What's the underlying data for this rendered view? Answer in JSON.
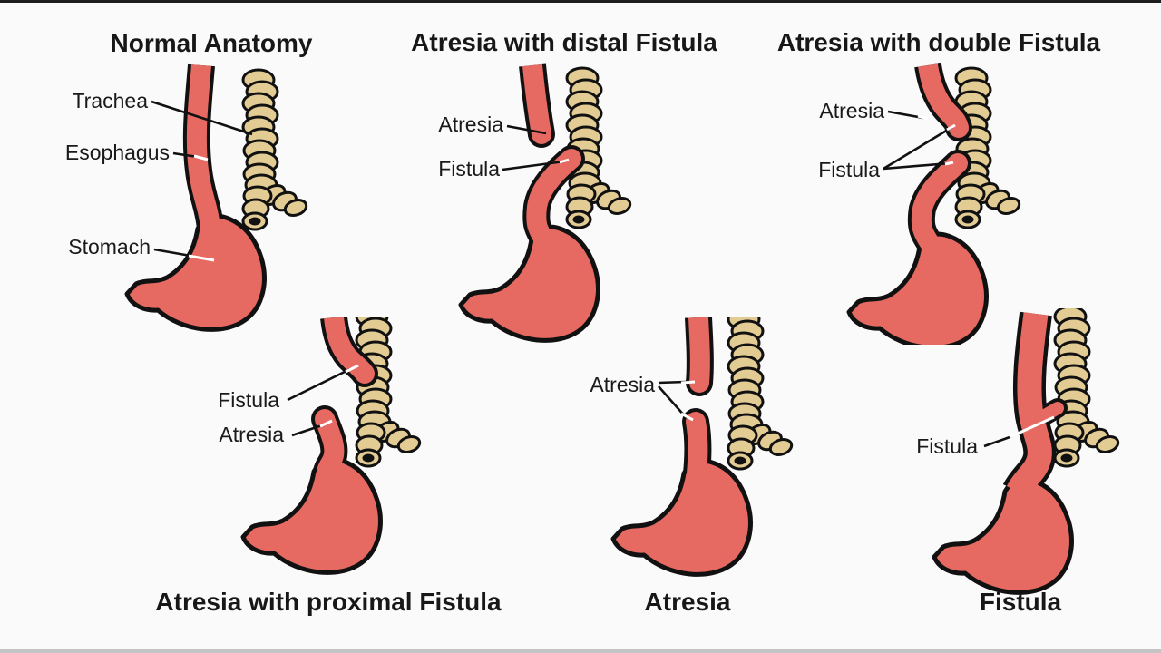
{
  "figure": {
    "subject": "Esophageal atresia and tracheoesophageal fistula types",
    "background_note": "white card with dark top edge bar and grey bottom edge bar"
  },
  "colors": {
    "organ_red": "#e66a62",
    "trachea_tan": "#e3cb94",
    "outline": "#111111",
    "background": "#fbfafa",
    "top_bar": "#1e1e1e",
    "bottom_bar": "#c4c4c4",
    "label_color": "#1a1a1a"
  },
  "panels": [
    {
      "id": "normal-anatomy",
      "title": "Normal Anatomy",
      "title_position": "top",
      "labels": [
        {
          "text": "Trachea"
        },
        {
          "text": "Esophagus"
        },
        {
          "text": "Stomach"
        }
      ]
    },
    {
      "id": "atresia-distal-fistula",
      "title": "Atresia with distal Fistula",
      "title_position": "top",
      "labels": [
        {
          "text": "Atresia"
        },
        {
          "text": "Fistula"
        }
      ]
    },
    {
      "id": "atresia-double-fistula",
      "title": "Atresia with double Fistula",
      "title_position": "top",
      "labels": [
        {
          "text": "Atresia"
        },
        {
          "text": "Fistula"
        }
      ]
    },
    {
      "id": "atresia-proximal-fistula",
      "title": "Atresia with proximal Fistula",
      "title_position": "bottom",
      "labels": [
        {
          "text": "Fistula"
        },
        {
          "text": "Atresia"
        }
      ]
    },
    {
      "id": "atresia",
      "title": "Atresia",
      "title_position": "bottom",
      "labels": [
        {
          "text": "Atresia"
        }
      ]
    },
    {
      "id": "fistula",
      "title": "Fistula",
      "title_position": "bottom",
      "labels": [
        {
          "text": "Fistula"
        }
      ]
    }
  ]
}
